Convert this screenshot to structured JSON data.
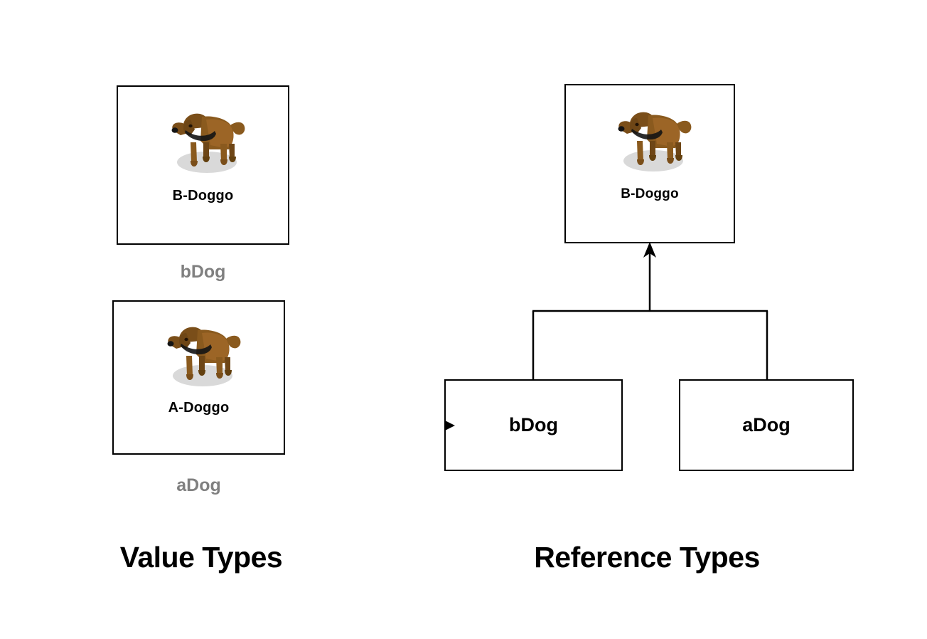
{
  "diagram": {
    "title_left": "Value Types",
    "title_right": "Reference Types",
    "background_color": "#ffffff",
    "line_color": "#000000",
    "gray_label_color": "#808080",
    "dog_colors": {
      "body": "#8a5a1e",
      "body_light": "#9c6526",
      "head": "#7a4e19",
      "shadow": "#d9d9d9",
      "collar": "#1a1a1a",
      "nose": "#141414"
    }
  },
  "value_types": {
    "caption": "Value Types",
    "cards": [
      {
        "label": "B-Doggo",
        "variable": "bDog",
        "icon": "dog-illustration"
      },
      {
        "label": "A-Doggo",
        "variable": "aDog",
        "icon": "dog-illustration"
      }
    ]
  },
  "reference_types": {
    "caption": "Reference Types",
    "object_card": {
      "label": "B-Doggo",
      "icon": "dog-illustration"
    },
    "reference_boxes": [
      {
        "label": "bDog"
      },
      {
        "label": "aDog"
      }
    ],
    "connector": {
      "description": "both reference boxes point up to the shared B-Doggo object",
      "arrow_direction": "up"
    }
  }
}
